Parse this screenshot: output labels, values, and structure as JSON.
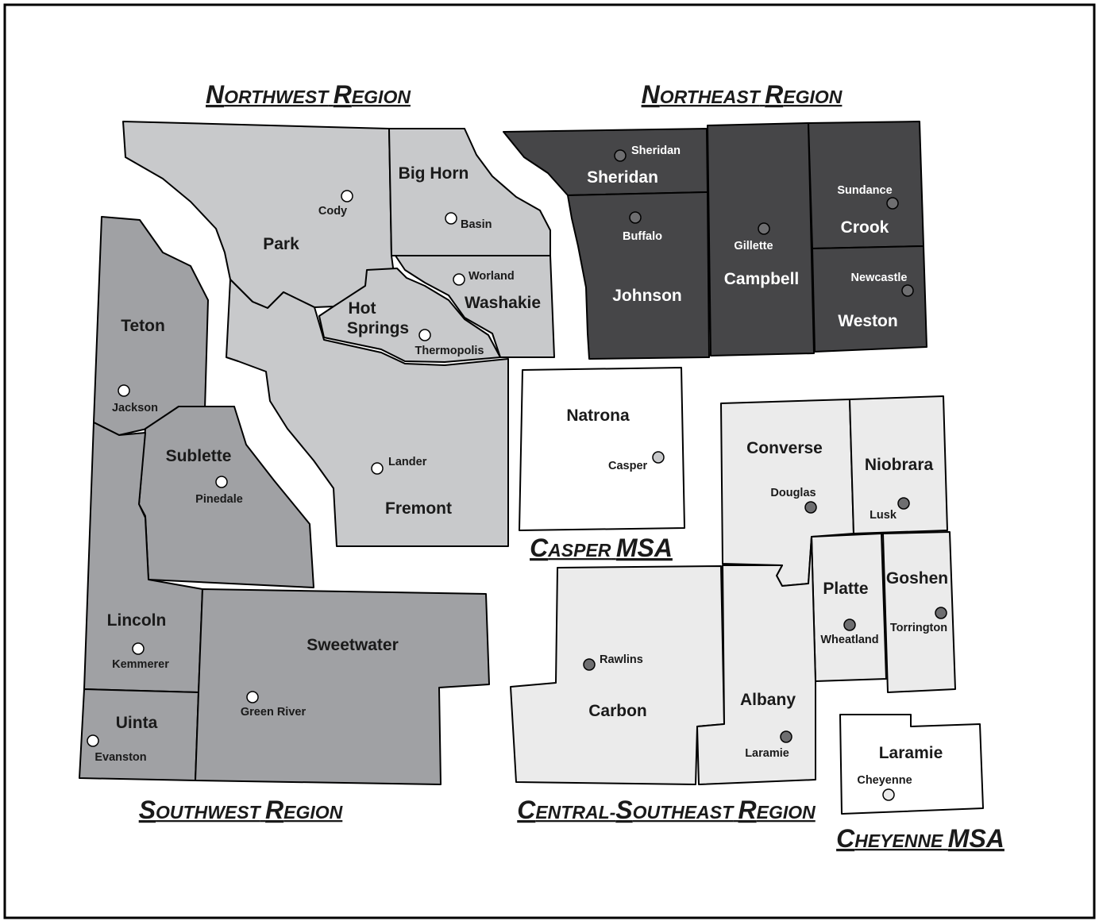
{
  "colors": {
    "northwest": "#c8c9cb",
    "northeast": "#464648",
    "southwest": "#a0a1a4",
    "central": "#ebebeb",
    "msa": "#ffffff",
    "border": "#000000",
    "dot_light": "#ffffff",
    "dot_dark": "#6e6e70",
    "text_dark": "#1a1a1a",
    "text_light": "#ffffff"
  },
  "regions": {
    "northwest": {
      "big": "N",
      "rest1": "ORTHWEST",
      "big2": "R",
      "rest2": "EGION"
    },
    "northeast": {
      "big": "N",
      "rest1": "ORTHEAST",
      "big2": "R",
      "rest2": "EGION"
    },
    "southwest": {
      "big": "S",
      "rest1": "OUTHWEST",
      "big2": "R",
      "rest2": "EGION"
    },
    "central": {
      "big": "C",
      "rest1": "ENTRAL-",
      "big3": "S",
      "rest3": "OUTHEAST",
      "big2": "R",
      "rest2": "EGION"
    },
    "casper": {
      "big": "C",
      "rest1": "ASPER",
      "rest2": "MSA"
    },
    "cheyenne": {
      "big": "C",
      "rest1": "HEYENNE",
      "rest2": "MSA"
    }
  },
  "counties": {
    "park": {
      "name": "Park",
      "city": "Cody"
    },
    "bighorn": {
      "name": "Big Horn",
      "city": "Basin"
    },
    "washakie": {
      "name": "Washakie",
      "city": "Worland"
    },
    "hotsprings": {
      "name1": "Hot",
      "name2": "Springs",
      "city": "Thermopolis"
    },
    "fremont": {
      "name": "Fremont",
      "city": "Lander"
    },
    "sheridan": {
      "name": "Sheridan",
      "city": "Sheridan"
    },
    "johnson": {
      "name": "Johnson",
      "city": "Buffalo"
    },
    "campbell": {
      "name": "Campbell",
      "city": "Gillette"
    },
    "crook": {
      "name": "Crook",
      "city": "Sundance"
    },
    "weston": {
      "name": "Weston",
      "city": "Newcastle"
    },
    "teton": {
      "name": "Teton",
      "city": "Jackson"
    },
    "sublette": {
      "name": "Sublette",
      "city": "Pinedale"
    },
    "lincoln": {
      "name": "Lincoln",
      "city": "Kemmerer"
    },
    "uinta": {
      "name": "Uinta",
      "city": "Evanston"
    },
    "sweetwater": {
      "name": "Sweetwater",
      "city": "Green River"
    },
    "natrona": {
      "name": "Natrona",
      "city": "Casper"
    },
    "converse": {
      "name": "Converse",
      "city": "Douglas"
    },
    "niobrara": {
      "name": "Niobrara",
      "city": "Lusk"
    },
    "platte": {
      "name": "Platte",
      "city": "Wheatland"
    },
    "goshen": {
      "name": "Goshen",
      "city": "Torrington"
    },
    "carbon": {
      "name": "Carbon",
      "city": "Rawlins"
    },
    "albany": {
      "name": "Albany",
      "city": "Laramie"
    },
    "laramie": {
      "name": "Laramie",
      "city": "Cheyenne"
    }
  }
}
